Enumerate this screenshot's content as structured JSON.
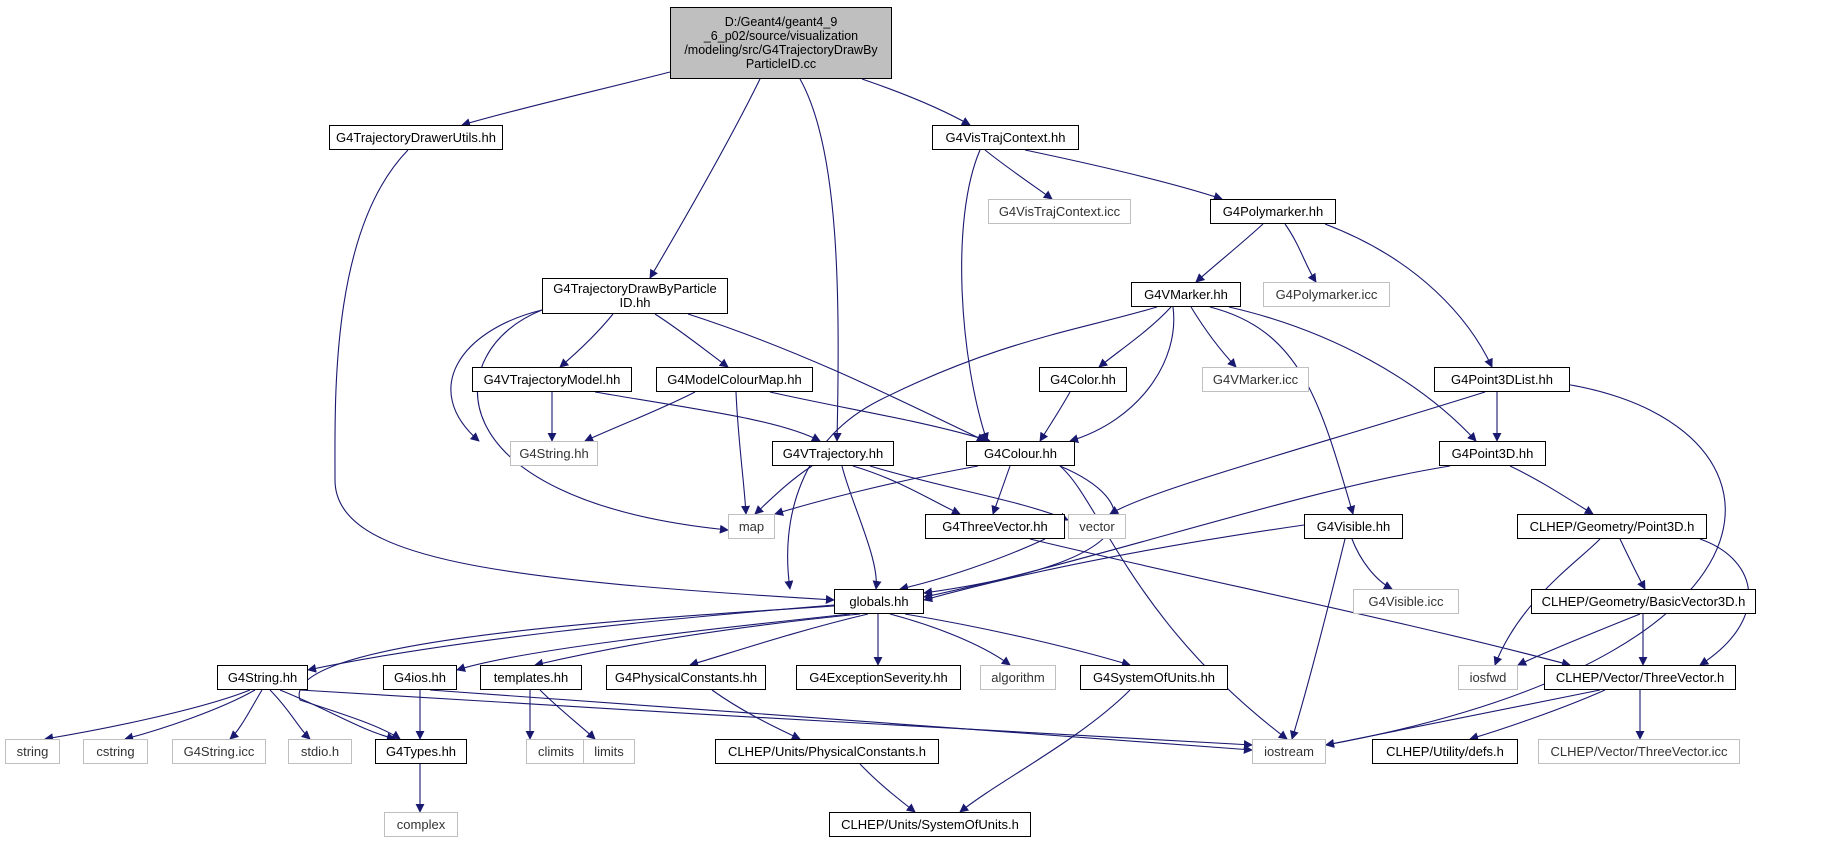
{
  "diagram": {
    "colors": {
      "edge": "#191970",
      "root_fill": "#bfbfbf",
      "node_border": "#000000",
      "external_border": "#bfbfbf"
    },
    "nodes": {
      "root": "D:/Geant4/geant4_9\n_6_p02/source/visualization\n/modeling/src/G4TrajectoryDrawBy\nParticleID.cc",
      "drawer_utils": "G4TrajectoryDrawerUtils.hh",
      "vis_traj_context": "G4VisTrajContext.hh",
      "vis_traj_context_icc": "G4VisTrajContext.icc",
      "polymarker": "G4Polymarker.hh",
      "draw_by_particle_id": "G4TrajectoryDrawByParticle\nID.hh",
      "vmarker": "G4VMarker.hh",
      "polymarker_icc": "G4Polymarker.icc",
      "vtrajectory_model": "G4VTrajectoryModel.hh",
      "model_colour_map": "G4ModelColourMap.hh",
      "g4color": "G4Color.hh",
      "vmarker_icc": "G4VMarker.icc",
      "point3dlist": "G4Point3DList.hh",
      "g4string_ext": "G4String.hh",
      "vtrajectory": "G4VTrajectory.hh",
      "g4colour": "G4Colour.hh",
      "point3d": "G4Point3D.hh",
      "map": "map",
      "three_vector_g4": "G4ThreeVector.hh",
      "vector": "vector",
      "visible": "G4Visible.hh",
      "clhep_point3d": "CLHEP/Geometry/Point3D.h",
      "globals": "globals.hh",
      "visible_icc": "G4Visible.icc",
      "clhep_basicvector3d": "CLHEP/Geometry/BasicVector3D.h",
      "g4string": "G4String.hh",
      "g4ios": "G4ios.hh",
      "templates": "templates.hh",
      "physical_constants": "G4PhysicalConstants.hh",
      "exception_severity": "G4ExceptionSeverity.hh",
      "algorithm": "algorithm",
      "system_of_units": "G4SystemOfUnits.hh",
      "iosfwd": "iosfwd",
      "clhep_threevector": "CLHEP/Vector/ThreeVector.h",
      "string": "string",
      "cstring": "cstring",
      "g4string_icc": "G4String.icc",
      "stdio": "stdio.h",
      "g4types": "G4Types.hh",
      "climits": "climits",
      "limits": "limits",
      "clhep_physical_constants": "CLHEP/Units/PhysicalConstants.h",
      "iostream": "iostream",
      "clhep_defs": "CLHEP/Utility/defs.h",
      "clhep_threevector_icc": "CLHEP/Vector/ThreeVector.icc",
      "complex": "complex",
      "clhep_system_of_units": "CLHEP/Units/SystemOfUnits.h"
    }
  }
}
